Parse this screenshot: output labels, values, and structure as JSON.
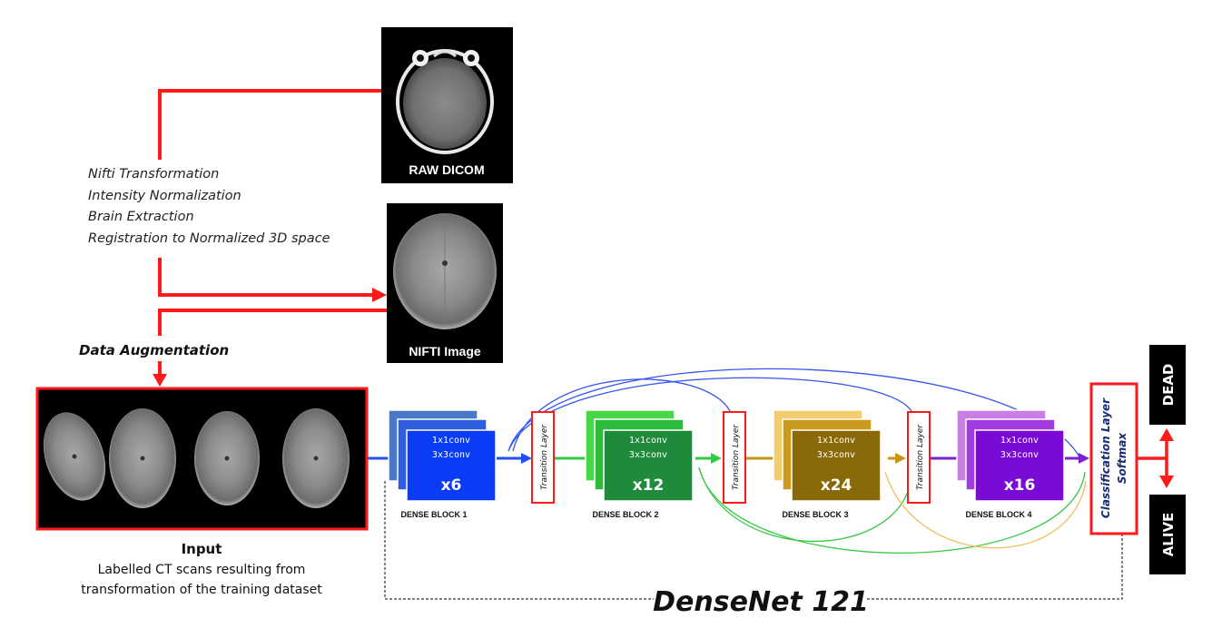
{
  "raw_dicom": {
    "label": "RAW DICOM"
  },
  "preprocessing": {
    "steps": [
      "Nifti Transformation",
      "Intensity Normalization",
      "Brain Extraction",
      "Registration to Normalized 3D space"
    ]
  },
  "nifti": {
    "label": "NIFTI Image"
  },
  "augmentation": {
    "label": "Data Augmentation"
  },
  "input": {
    "title": "Input",
    "caption_line1": "Labelled CT scans resulting from",
    "caption_line2": "transformation of the training dataset"
  },
  "dense_blocks": [
    {
      "conv1": "1x1conv",
      "conv2": "3x3conv",
      "repeat": "x6",
      "label": "DENSE BLOCK 1",
      "colors": [
        "#4a78c8",
        "#2f5fe0",
        "#0a3cf5"
      ]
    },
    {
      "conv1": "1x1conv",
      "conv2": "3x3conv",
      "repeat": "x12",
      "label": "DENSE BLOCK 2",
      "colors": [
        "#46d646",
        "#2dbb3a",
        "#1e8a3a"
      ]
    },
    {
      "conv1": "1x1conv",
      "conv2": "3x3conv",
      "repeat": "x24",
      "label": "DENSE BLOCK 3",
      "colors": [
        "#f2cd6e",
        "#c99a1e",
        "#8a6a08"
      ]
    },
    {
      "conv1": "1x1conv",
      "conv2": "3x3conv",
      "repeat": "x16",
      "label": "DENSE BLOCK 4",
      "colors": [
        "#c97ee6",
        "#a23be0",
        "#7a0ad6"
      ]
    }
  ],
  "transition": {
    "label": "Transition Layer"
  },
  "classification": {
    "line1": "Classification Layer",
    "line2": "Softmax"
  },
  "outputs": {
    "dead": "DEAD",
    "alive": "ALIVE"
  },
  "network": {
    "name": "DenseNet 121"
  },
  "colors": {
    "pipeline_red": "#ff1a1a",
    "blue": "#1f4fff",
    "green": "#2ecc40",
    "gold": "#c89414",
    "purple": "#7a1fd6"
  }
}
